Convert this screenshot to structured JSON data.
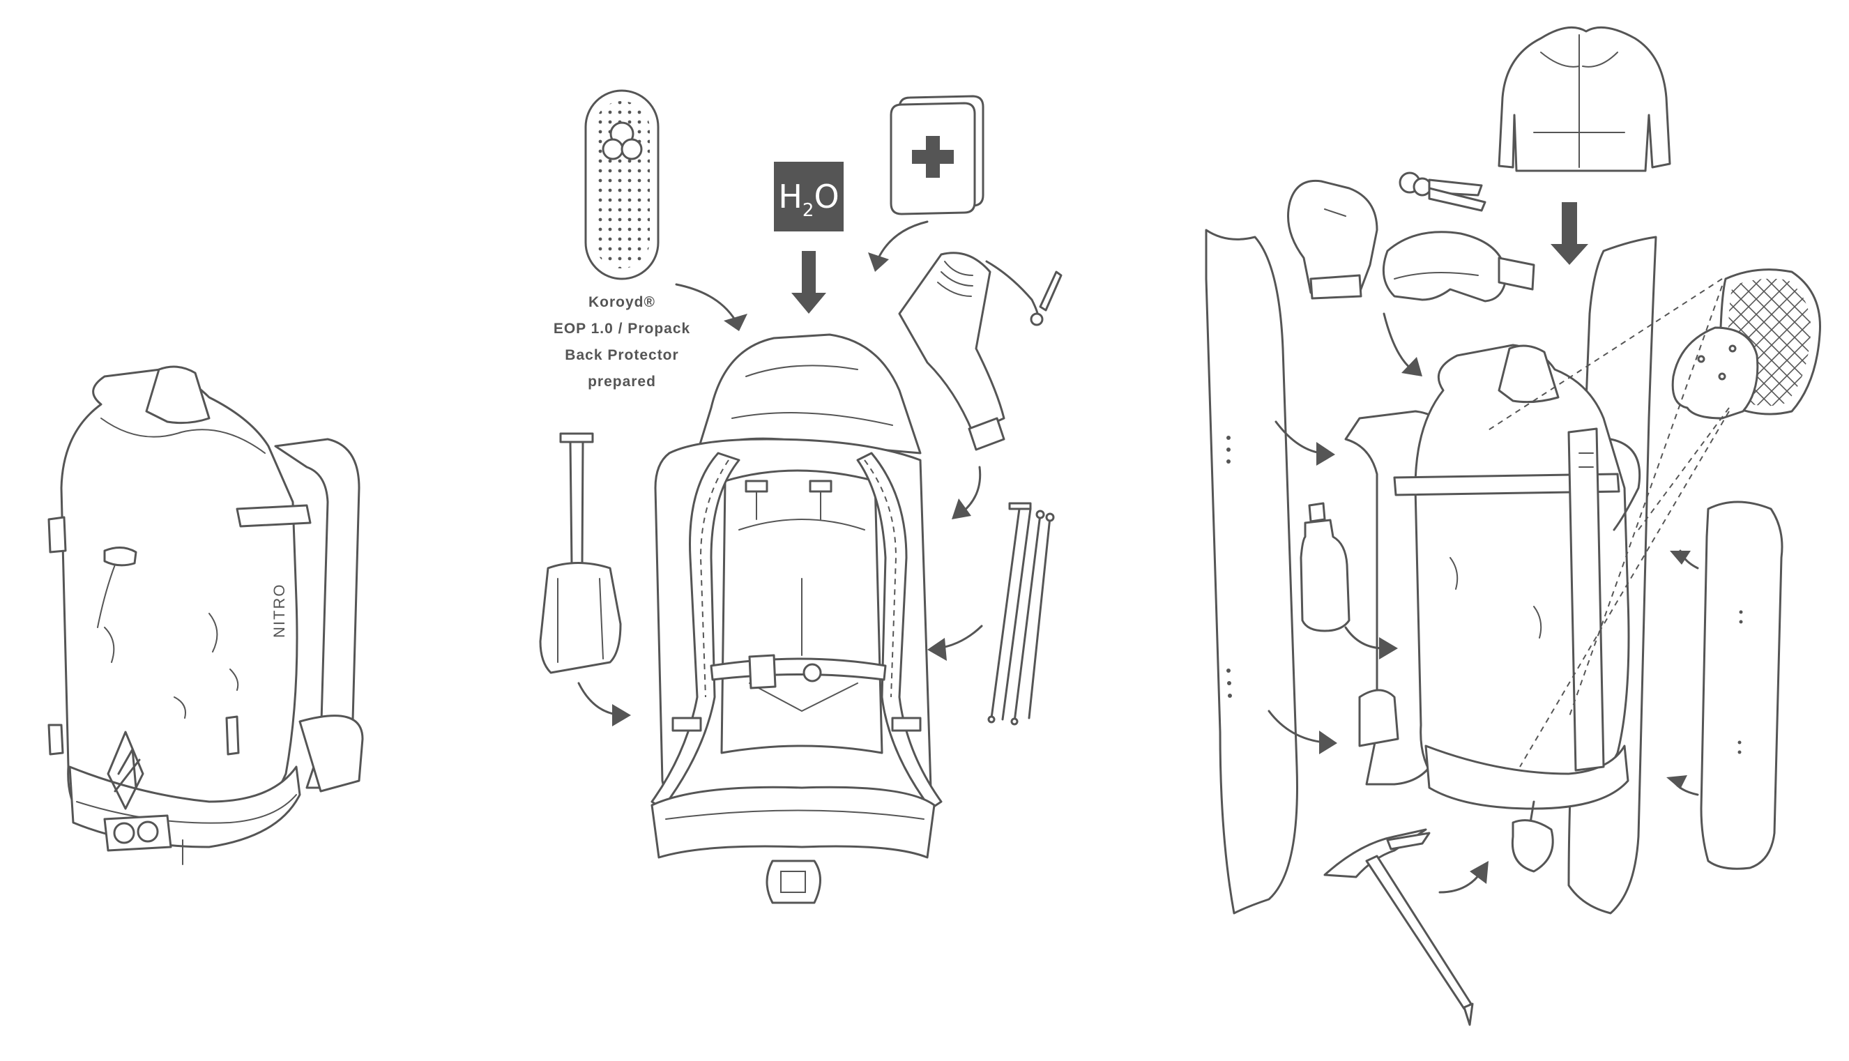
{
  "labels": {
    "back_protector_caption": [
      "Koroyd®",
      "EOP 1.0 / Propack",
      "Back Protector",
      "prepared"
    ],
    "water_label": "H",
    "water_subscript": "2",
    "water_label_suffix": "O",
    "backpack_brand": "NITRO"
  },
  "colors": {
    "line": "#555555",
    "background": "#ffffff"
  },
  "icons": [
    "backpack-closed-icon",
    "backpack-back-icon",
    "backpack-loaded-icon",
    "back-protector-icon",
    "water-icon",
    "first-aid-kit-icon",
    "probe-bag-icon",
    "shovel-icon",
    "probe-icon",
    "jacket-icon",
    "keys-icon",
    "mitten-icon",
    "goggles-icon",
    "snowboard-icon",
    "bottle-icon",
    "ice-axe-icon",
    "helmet-icon",
    "arrow-icon"
  ]
}
